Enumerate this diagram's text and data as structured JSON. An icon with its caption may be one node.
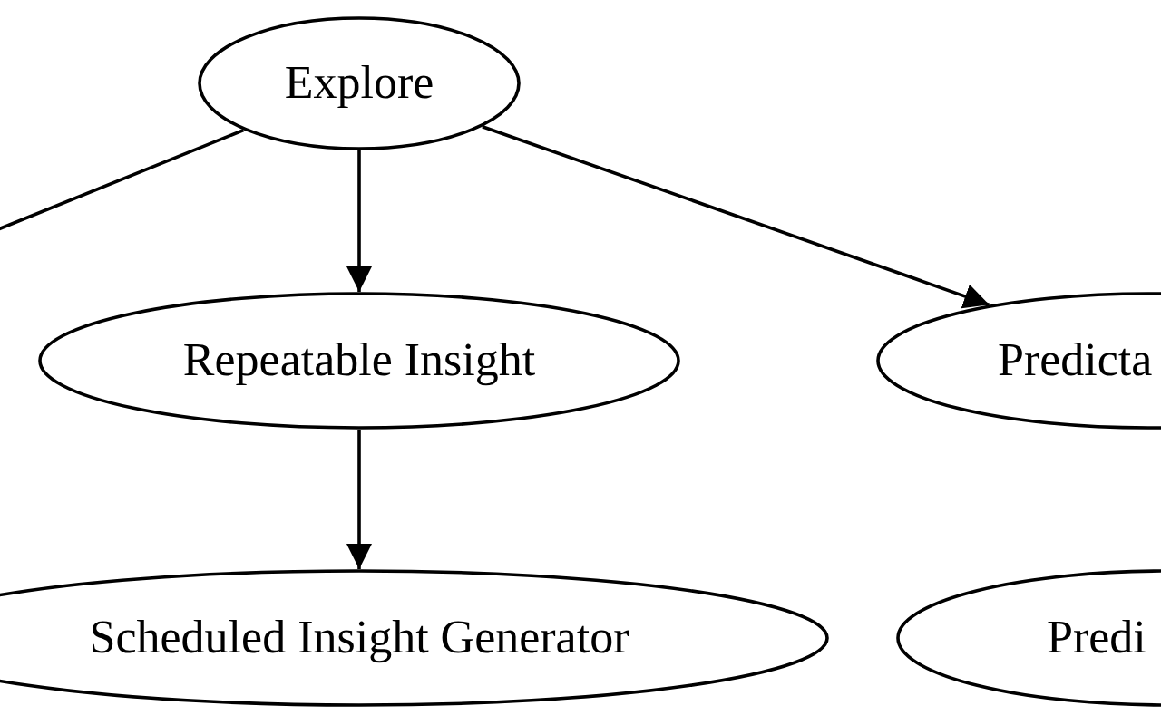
{
  "diagram": {
    "nodes": [
      {
        "text": [
          "Explore"
        ]
      },
      {
        "text": [
          "Repeatable Insight"
        ]
      },
      {
        "text": [
          "Predicta"
        ]
      },
      {
        "text": [
          "Scheduled Insight Generator"
        ]
      },
      {
        "text": [
          "Predi"
        ]
      }
    ],
    "edges": [
      {
        "from": 0,
        "to": null,
        "arrow": "none"
      },
      {
        "from": 0,
        "to": 1,
        "arrow": "to"
      },
      {
        "from": 0,
        "to": 2,
        "arrow": "to"
      },
      {
        "from": 1,
        "to": 3,
        "arrow": "to"
      }
    ]
  }
}
